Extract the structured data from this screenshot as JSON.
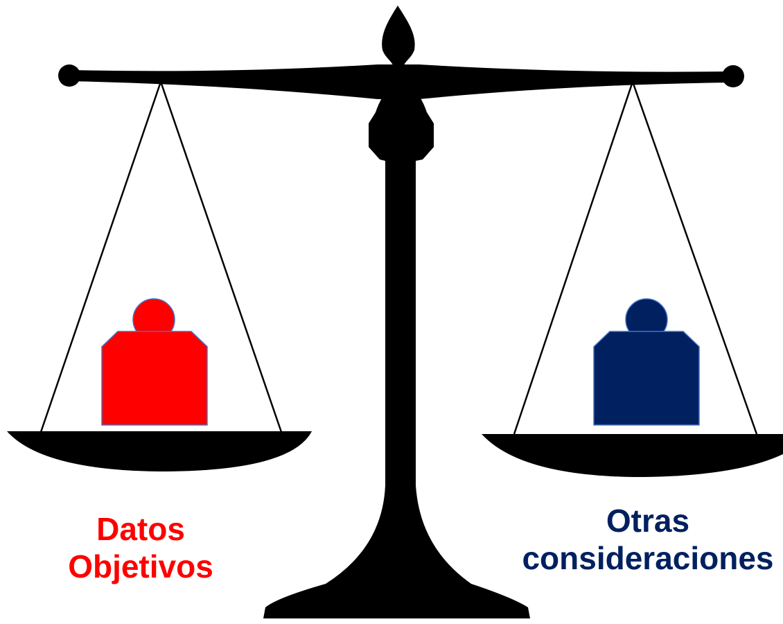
{
  "left_label": {
    "line1": "Datos",
    "line2": "Objetivos",
    "color": "#ff0000"
  },
  "right_label": {
    "line1": "Otras",
    "line2": "consideraciones",
    "color": "#002060"
  },
  "colors": {
    "scale": "#000000",
    "left_weight": "#ff0000",
    "right_weight": "#002060",
    "weight_outline": "#4472c4",
    "background": "#ffffff"
  }
}
